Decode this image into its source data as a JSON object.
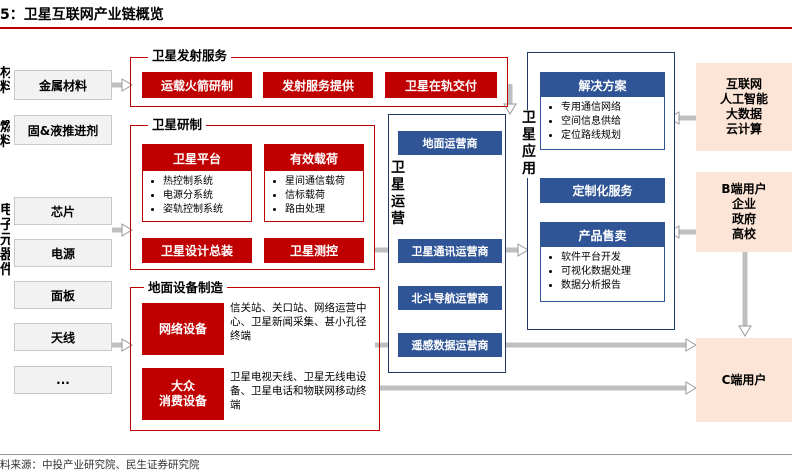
{
  "title": "5：卫星互联网产业链概览",
  "source": "料来源：中投产业研究院、民生证券研究院",
  "upstream": {
    "cut_top": [
      "材",
      "料"
    ],
    "cut_mid": [
      "燃",
      "料"
    ],
    "cut_bot": [
      "电",
      "子",
      "元",
      "器",
      "件"
    ],
    "items": [
      "金属材料",
      "固&液推进剂",
      "芯片",
      "电源",
      "面板",
      "天线",
      "..."
    ]
  },
  "launch": {
    "title": "卫星发射服务",
    "items": [
      "运载火箭研制",
      "发射服务提供",
      "卫星在轨交付"
    ]
  },
  "satellite_rd": {
    "title": "卫星研制",
    "platform": {
      "header": "卫星平台",
      "bullets": [
        "热控制系统",
        "电源分系统",
        "姿轨控制系统"
      ]
    },
    "payload": {
      "header": "有效载荷",
      "bullets": [
        "星间通信载荷",
        "信标载荷",
        "路由处理"
      ]
    },
    "design": "卫星设计总装",
    "test": "卫星测控"
  },
  "ground": {
    "title": "地面设备制造",
    "network": {
      "label": "网络设备",
      "text": "信关站、关口站、网络运营中心、卫星新闻采集、甚小孔径终端"
    },
    "consumer": {
      "label": "大众\n消费设备",
      "text": "卫星电视天线、卫星无线电设备、卫星电话和物联网移动终端"
    }
  },
  "operation": {
    "title": "卫星运营",
    "items": [
      "地面运营商",
      "卫星通讯运营商",
      "北斗导航运营商",
      "遥感数据运营商"
    ]
  },
  "application": {
    "title": "卫星应用",
    "solution": {
      "header": "解决方案",
      "bullets": [
        "专用通信网络",
        "空间信息供给",
        "定位路线规划"
      ]
    },
    "custom": "定制化服务",
    "sales": {
      "header": "产品售卖",
      "bullets": [
        "软件平台开发",
        "可视化数据处理",
        "数据分析报告"
      ]
    }
  },
  "customers": {
    "tech": "互联网\n人工智能\n大数据\n云计算",
    "b_users": "B端用户\n企业\n政府\n高校",
    "c_users": "C端用户"
  },
  "colors": {
    "red": "#c00000",
    "blue": "#2f5597",
    "navy": "#1f3864",
    "peach": "#fce4d6",
    "gray": "#f2f2f2"
  }
}
